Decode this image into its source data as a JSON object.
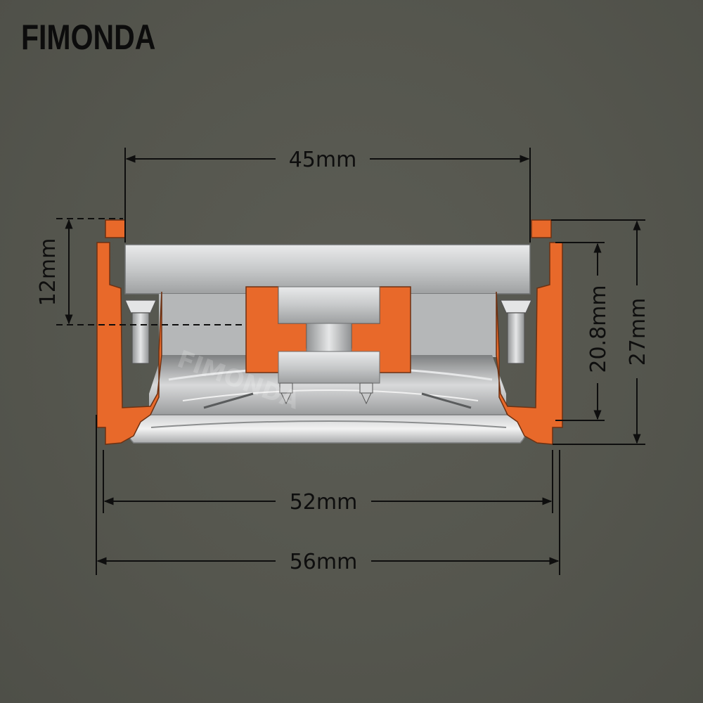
{
  "brand": "FIMONDA",
  "watermark": "FIMONDA",
  "dimensions": {
    "top_width": "45mm",
    "flange_height": "12mm",
    "inner_height": "20.8mm",
    "total_height": "27mm",
    "mount_width": "52mm",
    "outer_width": "56mm"
  },
  "colors": {
    "background": "#56574f",
    "frame_orange": "#e8692a",
    "metal": "#c9cbcc",
    "line": "#0e0e0e"
  }
}
